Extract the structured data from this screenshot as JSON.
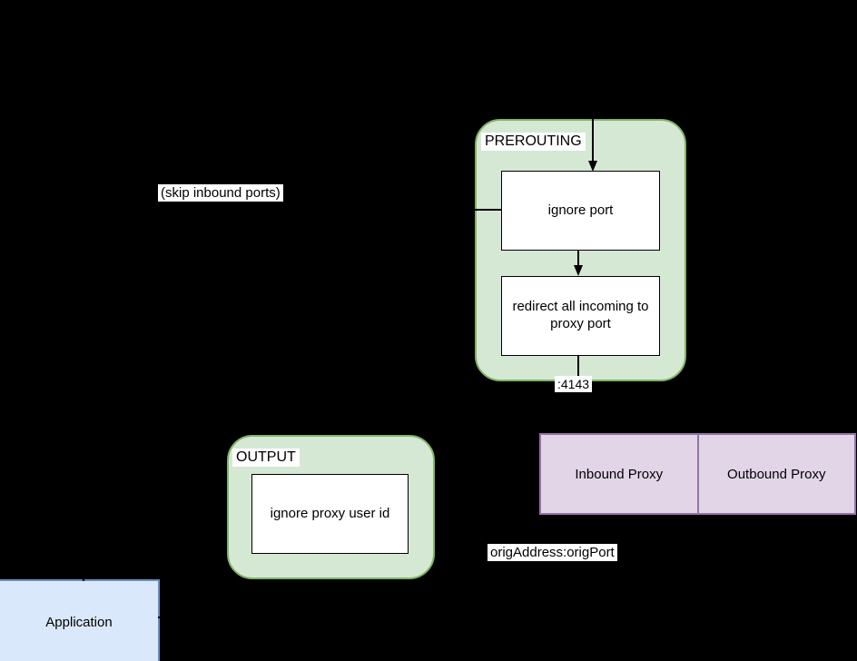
{
  "diagram": {
    "background_color": "#000000",
    "colors": {
      "chain_fill": "#d5e8d4",
      "chain_border": "#82b366",
      "proxy_fill": "#e1d5e7",
      "proxy_border": "#9673a6",
      "app_fill": "#dae8fc",
      "app_border": "#6c8ebf",
      "node_fill": "#ffffff",
      "connector": "#000000"
    },
    "chains": {
      "prerouting": {
        "title": "PREROUTING",
        "rules": [
          "ignore port",
          "redirect all incoming to proxy port"
        ]
      },
      "output": {
        "title": "OUTPUT",
        "rules": [
          "ignore proxy user id"
        ]
      }
    },
    "notes": {
      "skip_inbound_ports": "(skip inbound ports)",
      "redirect_port": ":4143",
      "orig_destination": "origAddress:origPort"
    },
    "proxy": {
      "cells": [
        "Inbound Proxy",
        "Outbound Proxy"
      ]
    },
    "application": {
      "label": "Application"
    }
  }
}
